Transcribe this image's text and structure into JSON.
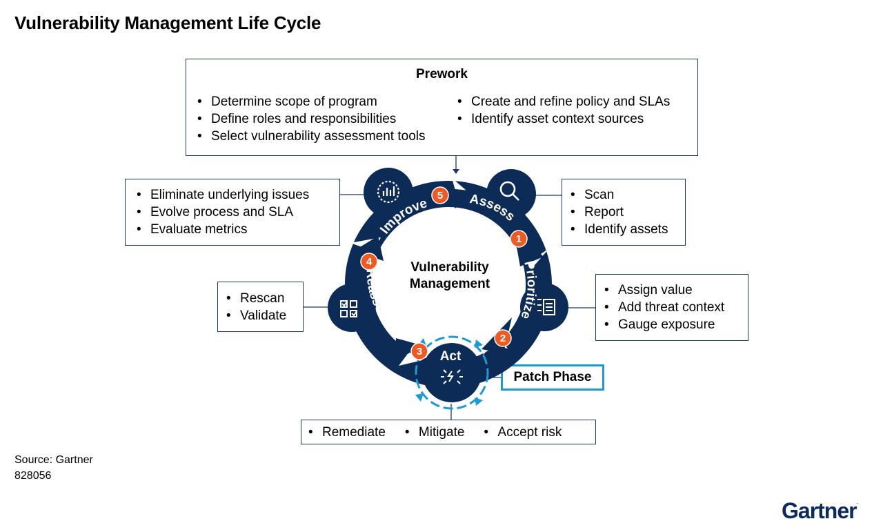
{
  "title": "Vulnerability Management Life Cycle",
  "prework": {
    "title": "Prework",
    "left_items": [
      "Determine scope of program",
      "Define roles and responsibilities",
      "Select vulnerability assessment tools"
    ],
    "right_items": [
      "Create and refine policy and SLAs",
      "Identify asset context sources"
    ]
  },
  "center": {
    "line1": "Vulnerability",
    "line2": "Management"
  },
  "phases": [
    {
      "number": "1",
      "label": "Assess",
      "items": [
        "Scan",
        "Report",
        "Identify assets"
      ],
      "icon": "magnifier-icon"
    },
    {
      "number": "2",
      "label": "Prioritize",
      "items": [
        "Assign value",
        "Add threat context",
        "Gauge exposure"
      ],
      "icon": "list-stack-icon"
    },
    {
      "number": "3",
      "label": "Act",
      "items": [
        "Remediate",
        "Mitigate",
        "Accept risk"
      ],
      "icon": "scatter-arrows-icon"
    },
    {
      "number": "4",
      "label": "Reassess",
      "items": [
        "Rescan",
        "Validate"
      ],
      "icon": "checklist-icon"
    },
    {
      "number": "5",
      "label": "Improve",
      "items": [
        "Eliminate underlying issues",
        "Evolve process and SLA",
        "Evaluate metrics"
      ],
      "icon": "chart-gauge-icon"
    }
  ],
  "patch_phase": "Patch Phase",
  "footer": {
    "source": "Source: Gartner",
    "id": "828056"
  },
  "logo": "Gartner",
  "colors": {
    "navy": "#0d2b57",
    "accent_orange": "#f05a22",
    "patch_blue": "#1b9ad6"
  }
}
